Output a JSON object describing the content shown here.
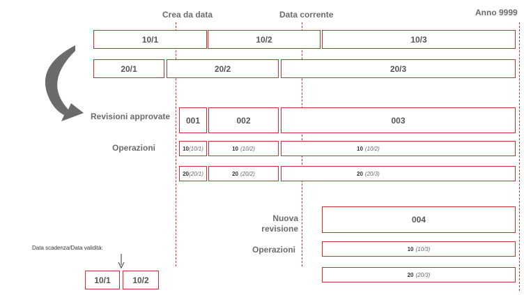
{
  "header": {
    "crea_da_data": "Crea da data",
    "data_corrente": "Data corrente",
    "anno_9999": "Anno 9999"
  },
  "row1": [
    "10/1",
    "10/2",
    "10/3"
  ],
  "row2": [
    "20/1",
    "20/2",
    "20/3"
  ],
  "approved": {
    "label": "Revisioni approvate",
    "revisions": [
      "001",
      "002",
      "003"
    ]
  },
  "operations": {
    "label": "Operazioni",
    "op10": [
      {
        "num": "10",
        "date": "(10/1)"
      },
      {
        "num": "10",
        "date": "(10/2)"
      },
      {
        "num": "10",
        "date": "(10/2)"
      }
    ],
    "op20": [
      {
        "num": "20",
        "date": "(20/1)"
      },
      {
        "num": "20",
        "date": "(20/2)"
      },
      {
        "num": "20",
        "date": "(20/3)"
      }
    ]
  },
  "new_revision": {
    "label_line1": "Nuova",
    "label_line2": "revisione",
    "number": "004",
    "ops_label": "Operazioni",
    "op10": {
      "num": "10",
      "date": "(10/3)"
    },
    "op20": {
      "num": "20",
      "date": "(20/3)"
    }
  },
  "legend": {
    "label": "Data scadenza/Data validità:",
    "boxes": [
      "10/1",
      "10/2"
    ]
  },
  "colors": {
    "accent": "#c9302c",
    "arrow": "#6b6b6b"
  }
}
